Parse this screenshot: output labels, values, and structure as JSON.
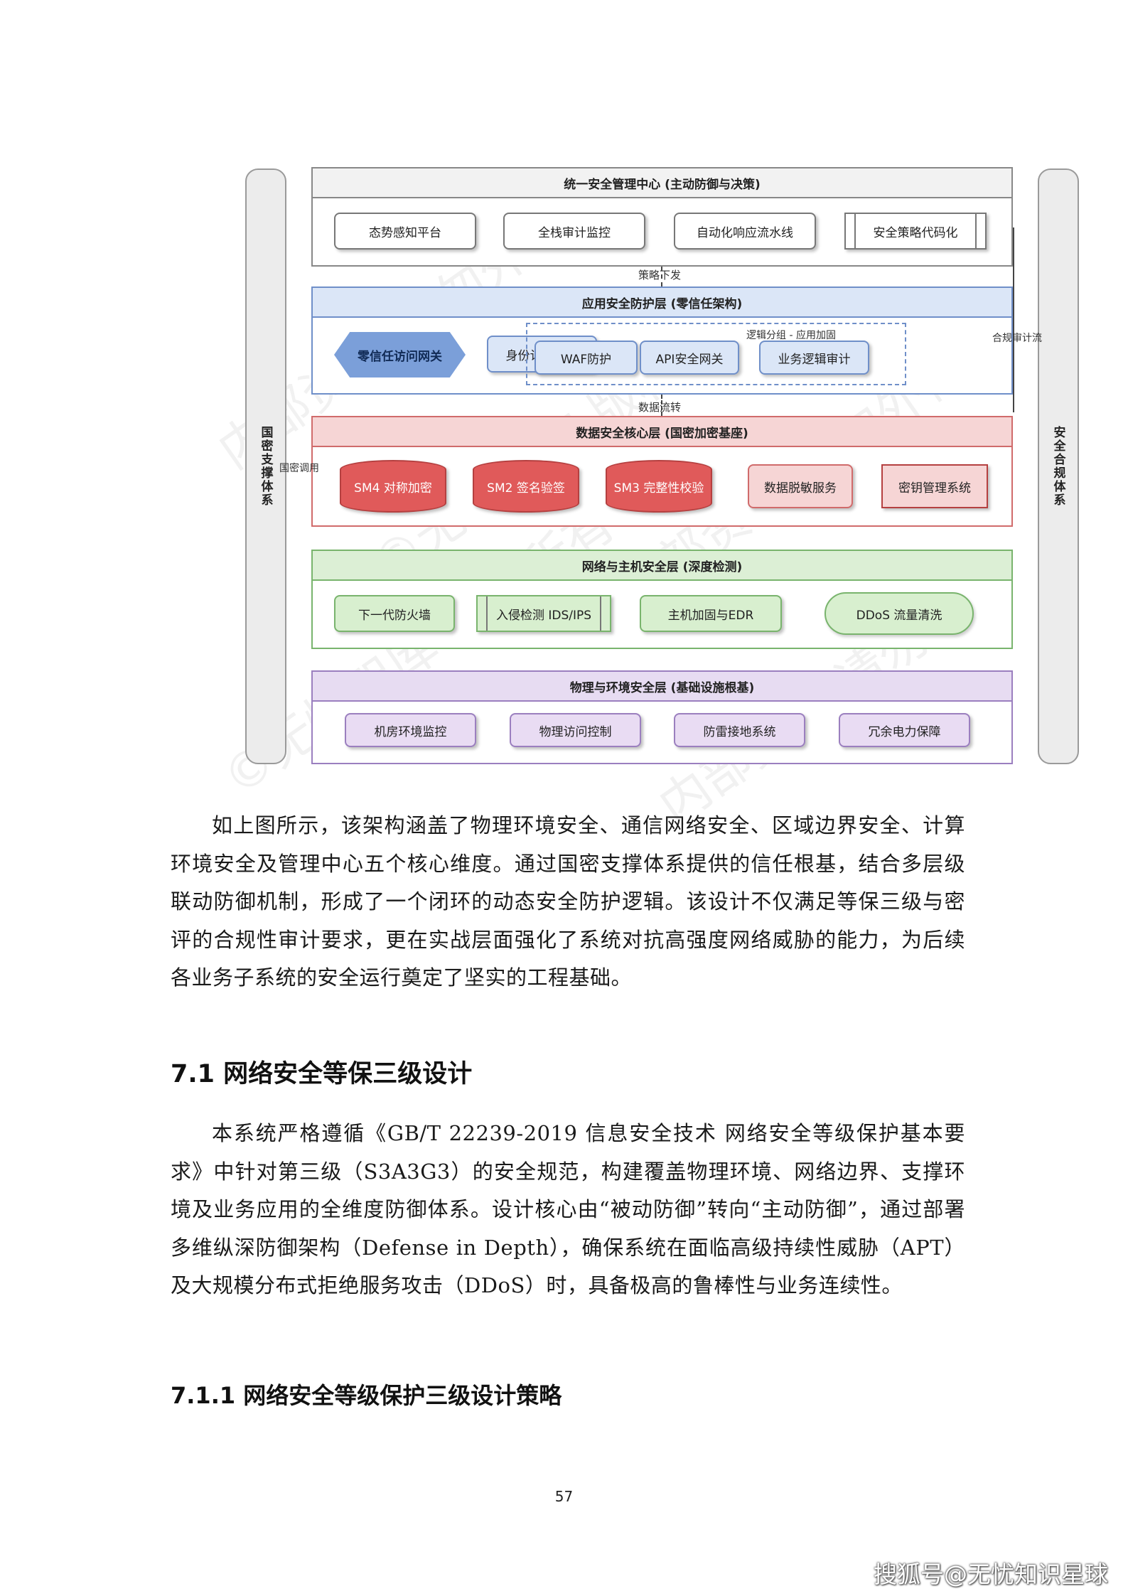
{
  "diagram": {
    "left_pillar": "国密支撑体系",
    "right_pillar": "安全合规体系",
    "layers": {
      "management": {
        "title": "统一安全管理中心 (主动防御与决策)",
        "nodes": [
          "态势感知平台",
          "全栈审计监控",
          "自动化响应流水线",
          "安全策略代码化"
        ]
      },
      "application": {
        "title": "应用安全防护层 (零信任架构)",
        "nodes": [
          "零信任访问网关",
          "身份认证中心",
          "WAF防护",
          "API安全网关",
          "业务逻辑审计"
        ],
        "group_label": "逻辑分组 - 应用加固"
      },
      "data": {
        "title": "数据安全核心层 (国密加密基座)",
        "nodes": [
          "SM4 对称加密",
          "SM2 签名验签",
          "SM3 完整性校验",
          "数据脱敏服务",
          "密钥管理系统"
        ]
      },
      "network": {
        "title": "网络与主机安全层 (深度检测)",
        "nodes": [
          "下一代防火墙",
          "入侵检测 IDS/IPS",
          "主机加固与EDR",
          "DDoS 流量清洗"
        ]
      },
      "physical": {
        "title": "物理与环境安全层 (基础设施根基)",
        "nodes": [
          "机房环境监控",
          "物理访问控制",
          "防雷接地系统",
          "冗余电力保障"
        ]
      }
    },
    "labels": {
      "policy_down": "策略下发",
      "data_flow": "数据流转",
      "crypto_call": "国密调用",
      "compliance_flow": "合规审计流"
    }
  },
  "body": {
    "para1": "如上图所示，该架构涵盖了物理环境安全、通信网络安全、区域边界安全、计算环境安全及管理中心五个核心维度。通过国密支撑体系提供的信任根基，结合多层级联动防御机制，形成了一个闭环的动态安全防护逻辑。该设计不仅满足等保三级与密评的合规性审计要求，更在实战层面强化了系统对抗高强度网络威胁的能力，为后续各业务子系统的安全运行奠定了坚实的工程基础。",
    "h2": "7.1  网络安全等保三级设计",
    "para2": "本系统严格遵循《GB/T 22239-2019 信息安全技术 网络安全等级保护基本要求》中针对第三级（S3A3G3）的安全规范，构建覆盖物理环境、网络边界、支撑环境及业务应用的全维度防御体系。设计核心由“被动防御”转向“主动防御”，通过部署多维纵深防御架构（Defense in Depth），确保系统在面临高级持续性威胁（APT）及大规模分布式拒绝服务攻击（DDoS）时，具备极高的鲁棒性与业务连续性。",
    "h3": "7.1.1  网络安全等级保护三级设计策略"
  },
  "footer": {
    "page_number": "57",
    "source_watermark": "搜狐号@无忧知识星球"
  },
  "watermark": {
    "lines": [
      "内部资料 请勿外传",
      "©无忧智库 版权所有"
    ]
  }
}
